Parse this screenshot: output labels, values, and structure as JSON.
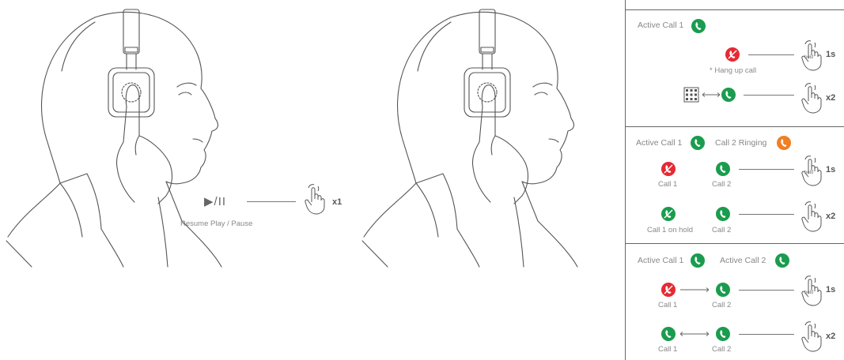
{
  "colors": {
    "green": "#1a9c4e",
    "red": "#e52a33",
    "orange": "#f08024",
    "line": "#666666",
    "text": "#888888"
  },
  "left_panel": {
    "play_pause_symbol": "▶/II",
    "play_pause_label": "Resume Play / Pause",
    "count": "x1"
  },
  "sections": {
    "s1": {
      "header": {
        "call1": "Active Call 1"
      },
      "row1": {
        "note": "* Hang up call",
        "hold": "hold",
        "count": "1s"
      },
      "row2": {
        "count": "x2"
      }
    },
    "s2": {
      "header": {
        "call1": "Active Call 1",
        "call2": "Call 2 Ringing"
      },
      "row1": {
        "label_a": "Call 1",
        "label_b": "Call 2",
        "hold": "hold",
        "count": "1s"
      },
      "row2": {
        "label_a": "Call 1 on hold",
        "label_b": "Call 2",
        "count": "x2"
      }
    },
    "s3": {
      "header": {
        "call1": "Active Call 1",
        "call2": "Active Call 2"
      },
      "row1": {
        "label_a": "Call 1",
        "label_b": "Call 2",
        "hold": "hold",
        "count": "1s"
      },
      "row2": {
        "label_a": "Call 1",
        "label_b": "Call 2",
        "count": "x2"
      }
    }
  }
}
